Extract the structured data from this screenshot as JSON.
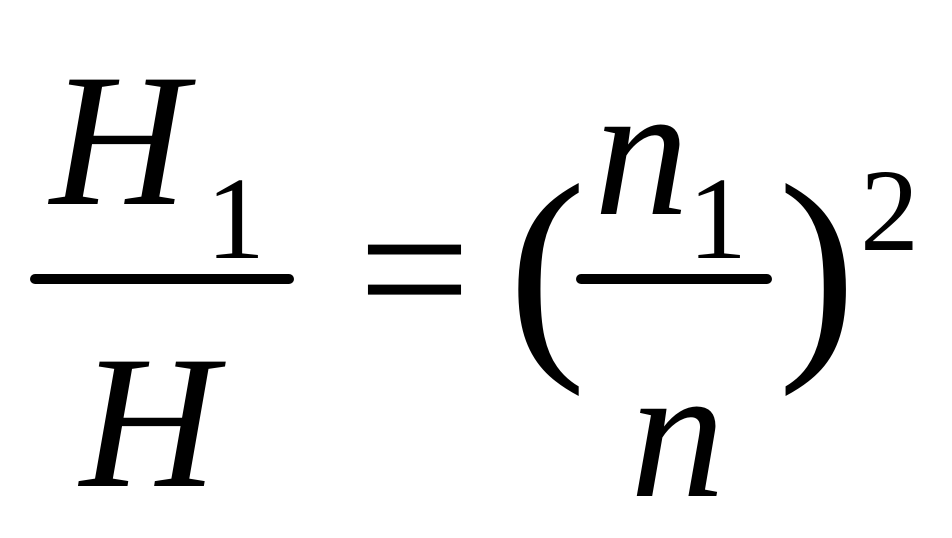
{
  "equation": {
    "left_fraction": {
      "numerator_base": "H",
      "numerator_subscript": "1",
      "denominator": "H"
    },
    "equals_sign": "=",
    "open_paren": "(",
    "right_fraction": {
      "numerator_base": "n",
      "numerator_subscript": "1",
      "denominator": "n"
    },
    "close_paren": ")",
    "exponent": "2"
  },
  "colors": {
    "ink": "#000000",
    "background": "#ffffff"
  }
}
